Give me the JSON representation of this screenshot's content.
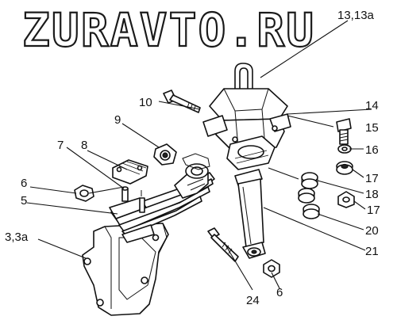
{
  "watermark": "ZURAVTO.RU",
  "labels": {
    "p13": "13,13а",
    "p10": "10",
    "p14": "14",
    "p9": "9",
    "p15": "15",
    "p7": "7",
    "p8": "8",
    "p16": "16",
    "p6a": "6",
    "p17a": "17",
    "p5": "5",
    "p18": "18",
    "p17b": "17",
    "p20": "20",
    "p3": "3,3а",
    "p21": "21",
    "p24": "24",
    "p6b": "6"
  }
}
